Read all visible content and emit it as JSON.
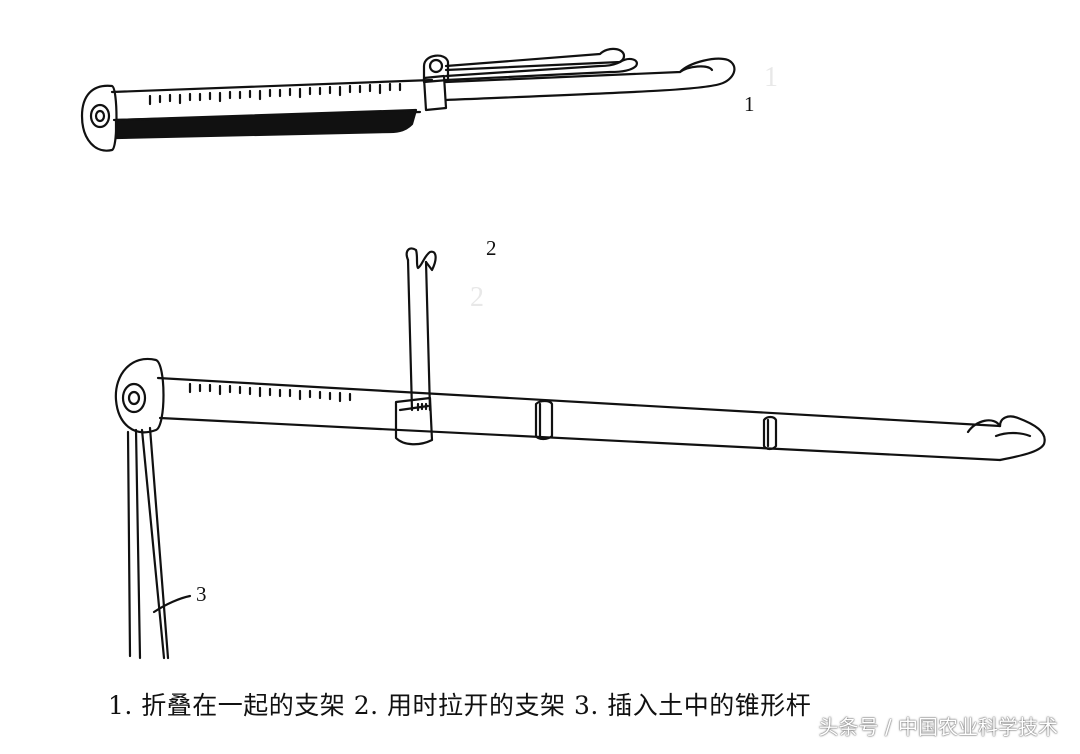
{
  "labels": {
    "one": "1",
    "two": "2",
    "three": "3"
  },
  "caption": "1. 折叠在一起的支架  2. 用时拉开的支架  3. 插入土中的锥形杆",
  "watermark": "头条号 / 中国农业科学技术",
  "colors": {
    "ink": "#111111",
    "background": "#ffffff"
  }
}
